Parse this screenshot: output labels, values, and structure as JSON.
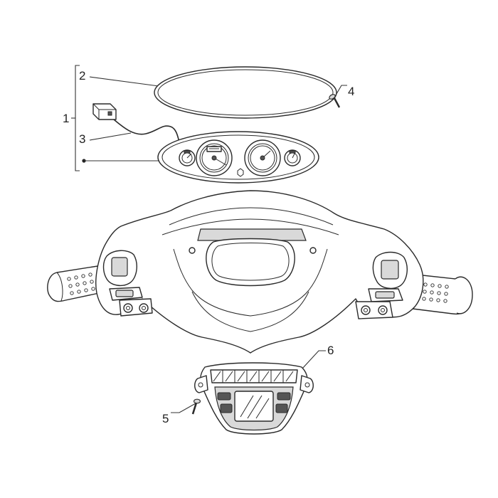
{
  "callouts": [
    "1",
    "2",
    "3",
    "4",
    "5",
    "6"
  ],
  "colors": {
    "line": "#2a2a2a",
    "shade": "#d9d9d9",
    "background": "#ffffff"
  }
}
